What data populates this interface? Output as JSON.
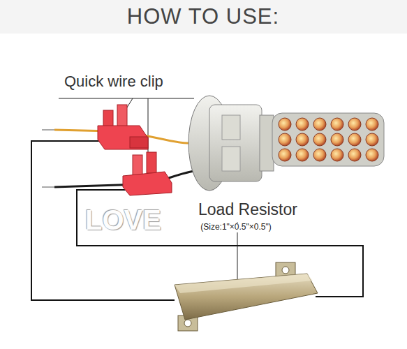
{
  "diagram": {
    "title": "HOW TO USE:",
    "labels": [
      "Quick wire clip",
      "Load Resistor",
      "(Size:1\"×0.5\"×0.5\")",
      "LOVE"
    ]
  }
}
